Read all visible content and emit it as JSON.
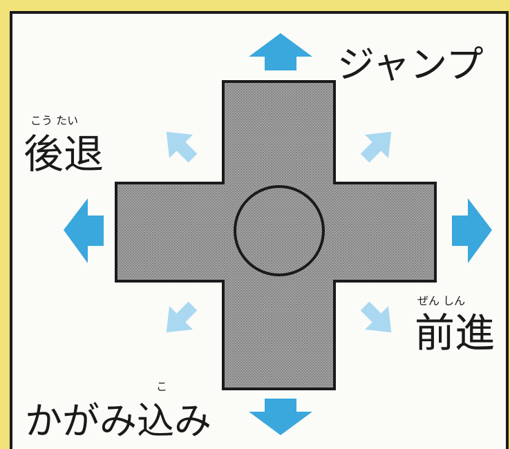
{
  "colors": {
    "page_border": "#f1e27a",
    "panel": "#fbfbf8",
    "panel_stroke": "#1a1a1a",
    "dpad": "#9a9a9a",
    "dpad_stroke": "#1a1a1a",
    "arrow_primary": "#3aa7dd",
    "arrow_secondary": "#aad8f1"
  },
  "labels": {
    "jump": "ジャンプ",
    "backward": "後退",
    "backward_reading": "こう たい",
    "forward": "前進",
    "forward_reading": "ぜん しん",
    "crouch": "かがみ込み",
    "crouch_reading": "こ"
  },
  "icons": {
    "up": "arrow-up-icon",
    "down": "arrow-down-icon",
    "left": "arrow-left-icon",
    "right": "arrow-right-icon",
    "up_left": "arrow-up-left-icon",
    "up_right": "arrow-up-right-icon",
    "down_left": "arrow-down-left-icon",
    "down_right": "arrow-down-right-icon"
  }
}
